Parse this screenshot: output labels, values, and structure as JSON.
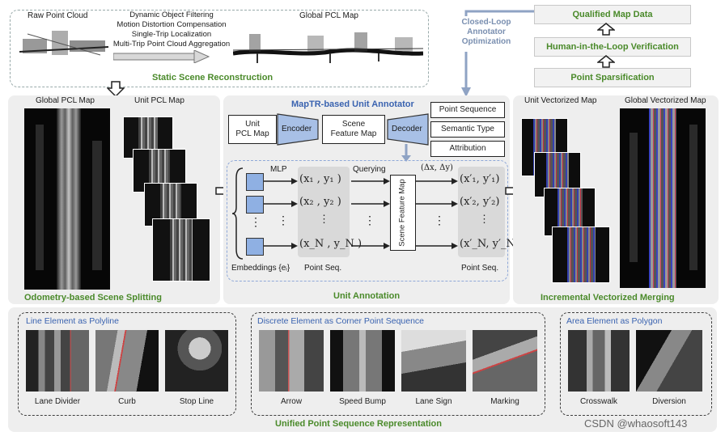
{
  "top": {
    "raw_point_cloud": "Raw Point Cloud",
    "steps": [
      "Dynamic Object Filtering",
      "Motion Distortion Compensation",
      "Single-Trip Localization",
      "Multi-Trip Point Cloud Aggregation"
    ],
    "global_pcl_map": "Global PCL Map",
    "static_scene": "Static Scene Reconstruction",
    "closed_loop": [
      "Closed-Loop",
      "Annotator",
      "Optimization"
    ],
    "qualified": "Qualified Map Data",
    "human_loop": "Human-in-the-Loop Verification",
    "point_sparsification": "Point Sparsification"
  },
  "left": {
    "global_pcl_map": "Global PCL Map",
    "unit_pcl_map": "Unit PCL Map",
    "title": "Odometry-based Scene Splitting"
  },
  "middle": {
    "title": "MapTR-based Unit Annotator",
    "unit_pcl_map": [
      "Unit",
      "PCL Map"
    ],
    "encoder": "Encoder",
    "scene_feature_map": [
      "Scene",
      "Feature Map"
    ],
    "decoder": "Decoder",
    "outputs": [
      "Point Sequence",
      "Semantic Type",
      "Attribution"
    ],
    "mlp": "MLP",
    "querying": "Querying",
    "delta": "(Δx, Δy)",
    "scene_feature_map_vertical": "Scene Feature Map",
    "points_in": [
      "(x₁ , y₁ )",
      "(x₂ , y₂ )",
      "⋮",
      "(x_N , y_N )"
    ],
    "points_out": [
      "(x′₁, y′₁)",
      "(x′₂, y′₂)",
      "⋮",
      "(x′_N, y′_N)"
    ],
    "embeddings": "Embeddings {eᵢ}",
    "point_seq_left": "Point Seq.",
    "point_seq_right": "Point Seq.",
    "subtitle": "Unit Annotation"
  },
  "right": {
    "unit_vectorized": "Unit Vectorized Map",
    "global_vectorized": "Global Vectorized Map",
    "title": "Incremental Vectorized Merging"
  },
  "bottom": {
    "groups": [
      {
        "title": "Line Element as Polyline",
        "items": [
          "Lane Divider",
          "Curb",
          "Stop Line"
        ]
      },
      {
        "title": "Discrete Element as Corner Point Sequence",
        "items": [
          "Arrow",
          "Speed Bump",
          "Lane Sign",
          "Marking"
        ]
      },
      {
        "title": "Area Element as Polygon",
        "items": [
          "Crosswalk",
          "Diversion"
        ]
      }
    ],
    "title": "Unified Point Sequence Representation"
  },
  "watermark": "CSDN @whaosoft143"
}
